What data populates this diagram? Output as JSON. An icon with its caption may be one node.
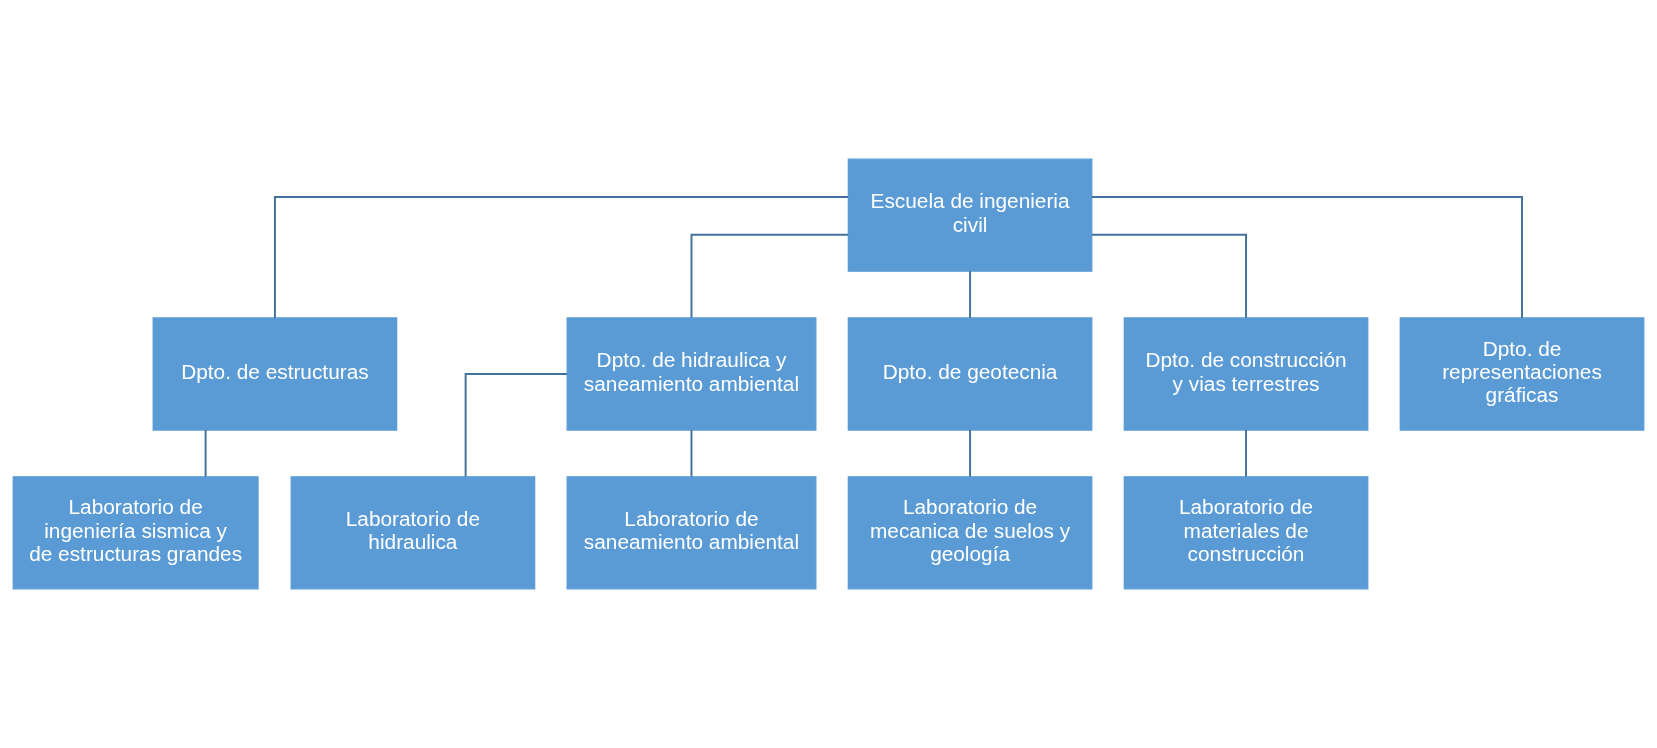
{
  "diagram": {
    "nodes": [
      {
        "text": [
          "Escuela de ingenieria civil"
        ]
      },
      {
        "text": [
          "Dpto. de estructuras"
        ]
      },
      {
        "text": [
          "Dpto. de hidraulica y saneamiento ambiental"
        ]
      },
      {
        "text": [
          "Dpto. de geotecnia"
        ]
      },
      {
        "text": [
          "Dpto. de construcción y vias terrestres"
        ]
      },
      {
        "text": [
          "Dpto. de representaciones gráficas"
        ]
      },
      {
        "text": [
          "Laboratorio de ingeniería sismica y de estructuras grandes"
        ]
      },
      {
        "text": [
          "Laboratorio de hidraulica"
        ]
      },
      {
        "text": [
          "Laboratorio de saneamiento ambiental"
        ]
      },
      {
        "text": [
          "Laboratorio de mecanica de suelos y geología"
        ]
      },
      {
        "text": [
          "Laboratorio de materiales de construcción"
        ]
      }
    ],
    "edges": [
      {
        "from": 0,
        "to": 1,
        "arrow": "none"
      },
      {
        "from": 0,
        "to": 2,
        "arrow": "none"
      },
      {
        "from": 0,
        "to": 3,
        "arrow": "none"
      },
      {
        "from": 0,
        "to": 4,
        "arrow": "none"
      },
      {
        "from": 0,
        "to": 5,
        "arrow": "none"
      },
      {
        "from": 1,
        "to": 6,
        "arrow": "none"
      },
      {
        "from": 2,
        "to": 7,
        "arrow": "none"
      },
      {
        "from": 2,
        "to": 8,
        "arrow": "none"
      },
      {
        "from": 3,
        "to": 9,
        "arrow": "none"
      },
      {
        "from": 4,
        "to": 10,
        "arrow": "none"
      }
    ]
  }
}
